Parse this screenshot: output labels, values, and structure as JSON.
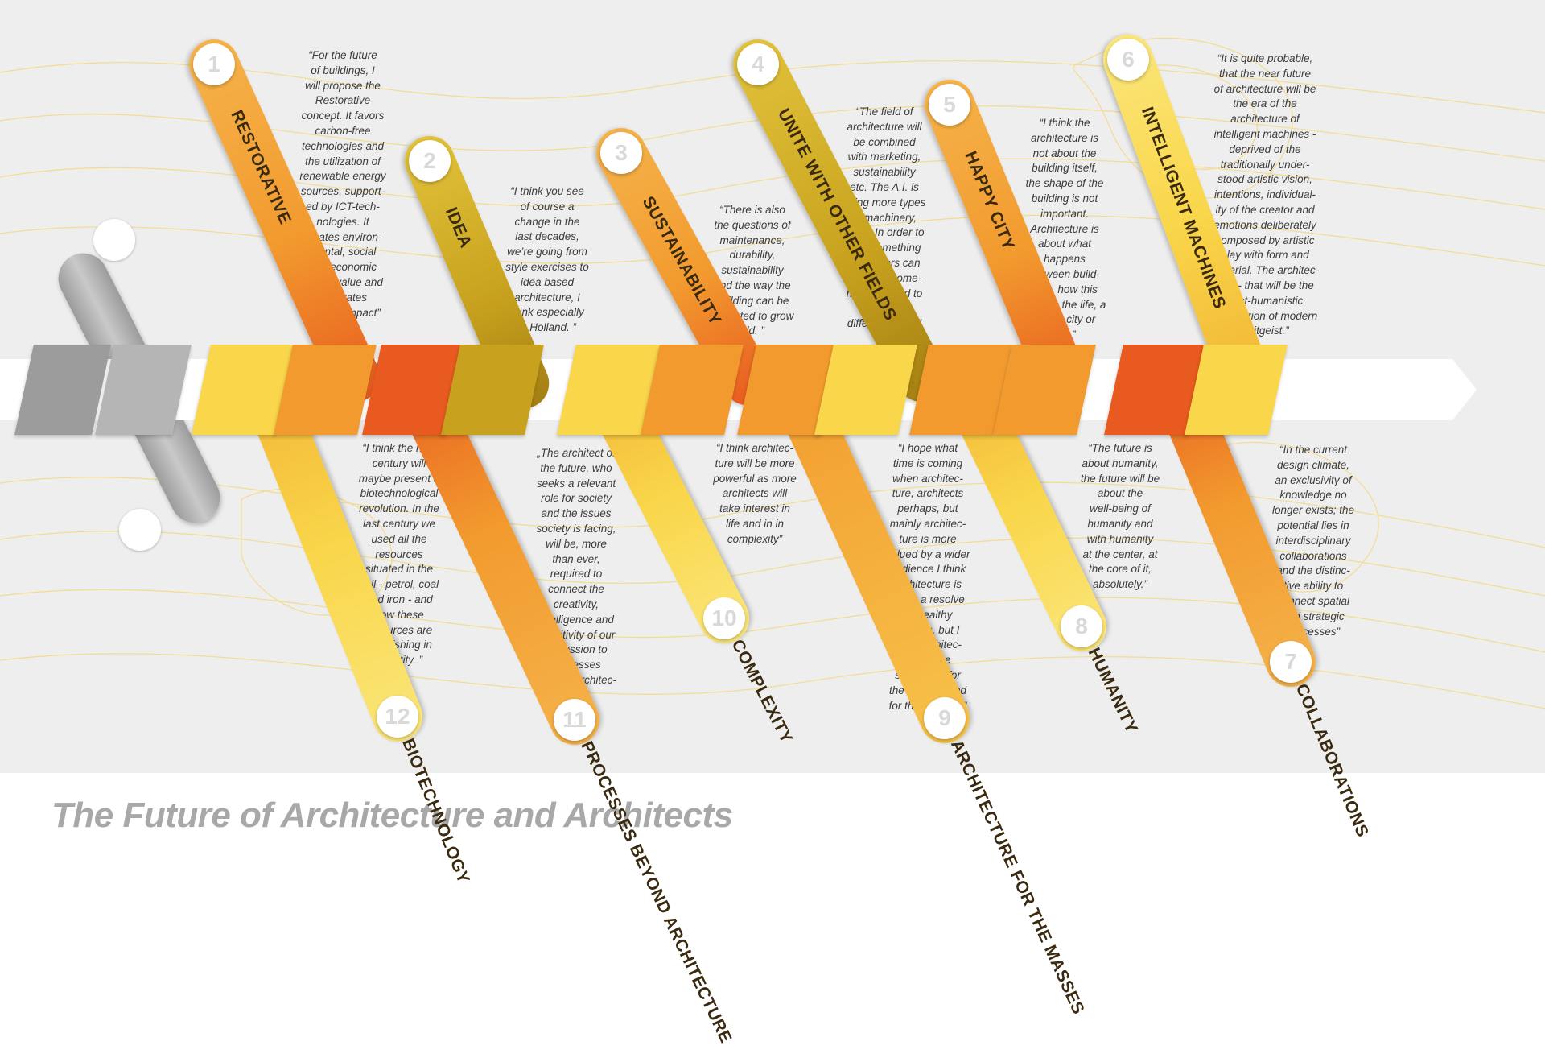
{
  "title": "The Future of Architecture and Architects",
  "colors": {
    "orange": "#f29a2e",
    "orange_dark": "#e85a1f",
    "yellow": "#f9d64a",
    "mustard": "#c8a21e",
    "gray": "#b0b0b0",
    "number": "#d9d9d9",
    "title": "#a8a8a8"
  },
  "topics": [
    {
      "number": "1",
      "label": "RESTORATIVE",
      "quote": "“For the future\nof buildings, I\nwill propose the\nRestorative\nconcept. It favors\ncarbon-free\ntechnologies and\nthe utilization of\nrenewable energy\nsources, support-\ned by ICT-tech-\nnologies. It\ncreates environ-\nmental, social\nand economic\nadded value and\ngenerates\npositive impact”"
    },
    {
      "number": "2",
      "label": "IDEA",
      "quote": "“I think you see\nof course a\nchange in the\nlast decades,\nwe’re going from\nstyle exercises to\nidea based\narchitecture, I\nthink especially\nin Holland. ”"
    },
    {
      "number": "3",
      "label": "SUSTAINABILITY",
      "quote": "“There is also\nthe questions of\nmaintenance,\ndurability,\nsustainability\nand the way the\nbuilding can be\nexpected to grow\nold. ”"
    },
    {
      "number": "4",
      "label": "UNITE WITH OTHER FIELDS",
      "quote": "“The field of\narchitecture will\nbe combined\nwith marketing,\nsustainability\netc. The A.I. is\nusing more types\nof machinery,\nright? In order to\ngive something\nthat others can\nnot give, some-\nhow we need to\nunite with\ndifferent fields.”"
    },
    {
      "number": "5",
      "label": "HAPPY CITY",
      "quote": "“I think the\narchitecture is\nnot about the\nbuilding itself,\nthe shape of the\nbuilding is not\nimportant.\nArchitecture is\nabout what\nhappens\nbetween build-\nings, how this\ncreates the life, a\nhappy city or\nnot.”"
    },
    {
      "number": "6",
      "label": "INTELLIGENT MACHINES",
      "quote": "“It is quite probable,\nthat the near future\nof architecture will be\nthe era of the\narchitecture of\nintelligent machines -\ndeprived of the\ntraditionally under-\nstood artistic vision,\nintentions, individual-\nity of the creator and\nemotions deliberately\ncomposed by artistic\nplay with form and\nmaterial. The architec-\nture - that will be the\npost-humanistic\nincarnation of modern\nZeitgeist.”"
    },
    {
      "number": "7",
      "label": "COLLABORATIONS",
      "quote": "“In the current\ndesign climate,\nan exclusivity of\nknowledge no\nlonger exists; the\npotential lies in\ninterdisciplinary\ncollaborations\nand the distinc-\ntive ability to\nconnect spatial\nand strategic\nprocesses”"
    },
    {
      "number": "8",
      "label": "HUMANITY",
      "quote": "“The future is\nabout humanity,\nthe future will be\nabout the\nwell-being of\nhumanity and\nwith humanity\nat the center, at\nthe core of it,\nabsolutely.”"
    },
    {
      "number": "9",
      "label": "ARCHITECTURE FOR THE MASSES",
      "quote": "“I hope what\ntime is coming\nwhen architec-\nture, architects\nperhaps, but\nmainly architec-\nture is more\nvalued by a wider\naudience I think\narchitecture is\nbeing a resolve\nof wealthy\npatrons, but I\nwant architec-\nture to be\nsomething for\nthe majority and\nfor the masses.”"
    },
    {
      "number": "10",
      "label": "COMPLEXITY",
      "quote": "“I think architec-\nture will be more\npowerful as more\narchitects will\ntake interest in\nlife and in in\ncomplexity”"
    },
    {
      "number": "11",
      "label": "PROCESSES BEYOND ARCHITECTURE",
      "quote": "„The architect of\nthe future, who\nseeks a relevant\nrole for society\nand the issues\nsociety is facing,\nwill be, more\nthan ever,\nrequired to\nconnect the\ncreativity,\nintelligence and\nsensitivity of our\nprofession to\nprocesses\nbeyond architec-\nture.”"
    },
    {
      "number": "12",
      "label": "BIOTECHNOLOGY",
      "quote": "“I think the new\ncentury will\nmaybe present a\nbiotechnological\nrevolution. In the\nlast century we\nused all the\nresources\nsituated in the\nsoil - petrol, coal\nand iron - and\nnow these\nresources are\ndiminishing in\nquantity. ”"
    }
  ]
}
